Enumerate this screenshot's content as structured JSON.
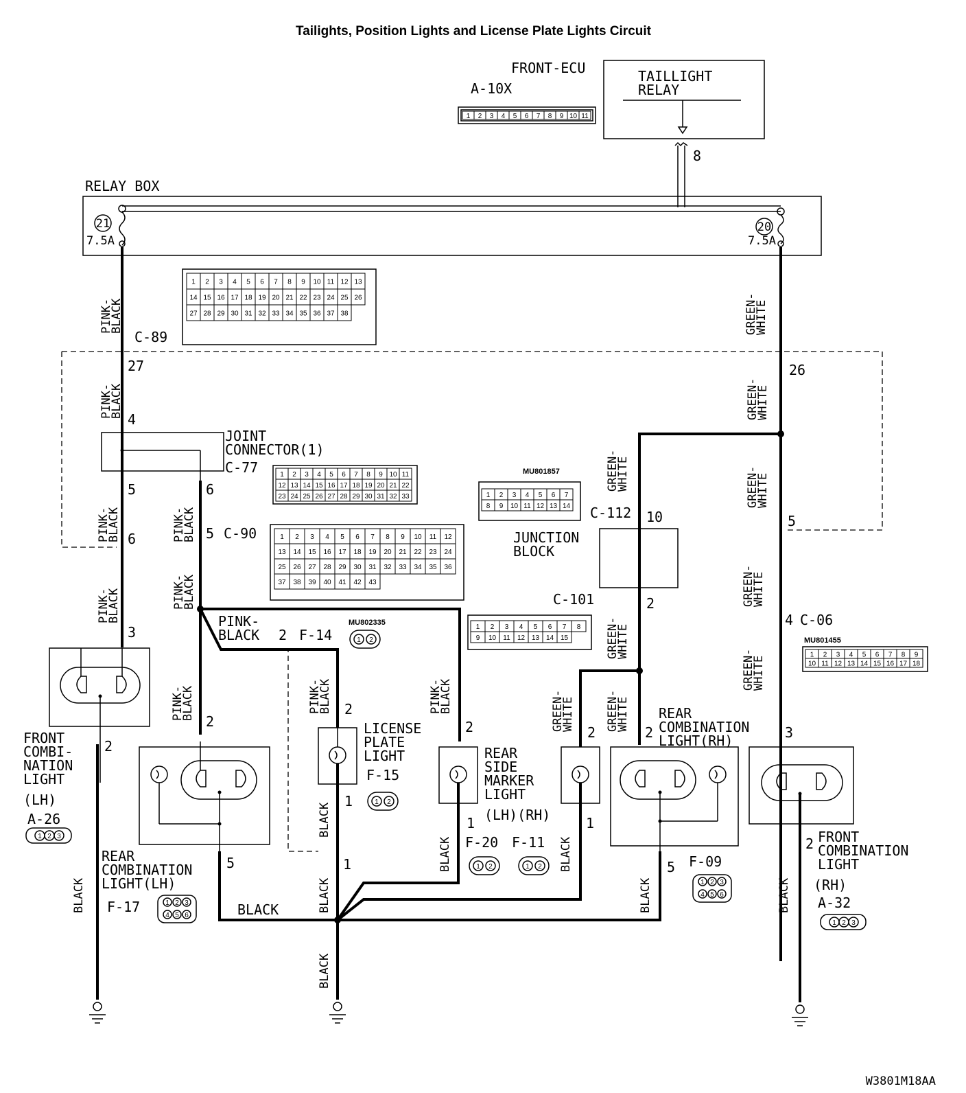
{
  "title": "Tailights, Position Lights and License Plate Lights Circuit",
  "diagram_id": "W3801M18AA",
  "front_ecu": {
    "label": "FRONT-ECU",
    "connector": "A-10X",
    "relay_line1": "TAILLIGHT",
    "relay_line2": "RELAY",
    "pin": "8",
    "pins": [
      "1",
      "2",
      "3",
      "4",
      "5",
      "6",
      "7",
      "8",
      "9",
      "10",
      "11"
    ]
  },
  "relay_box": {
    "label": "RELAY BOX",
    "fuse_left_num": "21",
    "fuse_left_amp": "7.5A",
    "fuse_right_num": "20",
    "fuse_right_amp": "7.5A"
  },
  "c89": {
    "label": "C-89",
    "pin_left": "27",
    "pin_right": "26",
    "pins": [
      "1",
      "2",
      "3",
      "4",
      "5",
      "6",
      "7",
      "8",
      "9",
      "10",
      "11",
      "12",
      "13",
      "14",
      "15",
      "16",
      "17",
      "18",
      "19",
      "20",
      "21",
      "22",
      "23",
      "24",
      "25",
      "26",
      "27",
      "28",
      "29",
      "30",
      "31",
      "32",
      "33",
      "34",
      "35",
      "36",
      "37",
      "38"
    ]
  },
  "joint_connector": {
    "line1": "JOINT",
    "line2": "CONNECTOR(1)",
    "conn": "C-77",
    "pin_in": "4",
    "pin_out5": "5",
    "pin_out6": "6",
    "pins": [
      "1",
      "2",
      "3",
      "4",
      "5",
      "6",
      "7",
      "8",
      "9",
      "10",
      "11",
      "12",
      "13",
      "14",
      "15",
      "16",
      "17",
      "18",
      "19",
      "20",
      "21",
      "22",
      "23",
      "24",
      "25",
      "26",
      "27",
      "28",
      "29",
      "30",
      "31",
      "32",
      "33"
    ]
  },
  "c90": {
    "label": "C-90",
    "pin": "5",
    "pin6": "6",
    "pins": [
      "1",
      "2",
      "3",
      "4",
      "5",
      "6",
      "7",
      "8",
      "9",
      "10",
      "11",
      "12",
      "13",
      "14",
      "15",
      "16",
      "17",
      "18",
      "19",
      "20",
      "21",
      "22",
      "23",
      "24",
      "25",
      "26",
      "27",
      "28",
      "29",
      "30",
      "31",
      "32",
      "33",
      "34",
      "35",
      "36",
      "37",
      "38",
      "39",
      "40",
      "41",
      "42",
      "43"
    ]
  },
  "mu801857": {
    "label": "MU801857",
    "pins": [
      "1",
      "2",
      "3",
      "4",
      "5",
      "6",
      "7",
      "8",
      "9",
      "10",
      "11",
      "12",
      "13",
      "14"
    ]
  },
  "c101": {
    "label": "C-101",
    "pins": [
      "1",
      "2",
      "3",
      "4",
      "5",
      "6",
      "7",
      "8",
      "9",
      "10",
      "11",
      "12",
      "13",
      "14",
      "15"
    ]
  },
  "junction_block": {
    "line1": "JUNCTION",
    "line2": "BLOCK",
    "conn": "C-112",
    "pin_top": "10",
    "pin_bottom": "2"
  },
  "c06": {
    "label": "C-06",
    "pin": "4",
    "pin_right": "5",
    "part": "MU801455",
    "pins": [
      "1",
      "2",
      "3",
      "4",
      "5",
      "6",
      "7",
      "8",
      "9",
      "10",
      "11",
      "12",
      "13",
      "14",
      "15",
      "16",
      "17",
      "18"
    ]
  },
  "f14": {
    "label": "F-14",
    "pin": "2",
    "part": "MU802335"
  },
  "wires": {
    "pink_black": "PINK-\nBLACK",
    "pink": "PINK-",
    "black": "BLACK",
    "green": "GREEN-",
    "white": "WHITE"
  },
  "front_comb_lh": {
    "line1": "FRONT",
    "line2": "COMBI-",
    "line3": "NATION",
    "line4": "LIGHT",
    "line5": "(LH)",
    "conn": "A-26",
    "pin_top": "3",
    "pin_bottom": "2"
  },
  "rear_comb_lh": {
    "line1": "REAR",
    "line2": "COMBINATION",
    "line3": "LIGHT(LH)",
    "conn": "F-17",
    "pin_top": "2",
    "pin_bottom": "5"
  },
  "license_plate": {
    "line1": "LICENSE",
    "line2": "PLATE",
    "line3": "LIGHT",
    "conn": "F-15",
    "pin_top": "2",
    "pin_bottom": "1",
    "pin_bottom2": "1"
  },
  "rear_side_marker": {
    "line1": "REAR",
    "line2": "SIDE",
    "line3": "MARKER",
    "line4": "LIGHT",
    "line5": "(LH)(RH)",
    "conn_lh": "F-20",
    "conn_rh": "F-11",
    "pin_top_lh": "2",
    "pin_bottom_lh": "1",
    "pin_top_rh": "2",
    "pin_bottom_rh": "1"
  },
  "rear_comb_rh": {
    "line1": "REAR",
    "line2": "COMBINATION",
    "line3": "LIGHT(RH)",
    "conn": "F-09",
    "pin_top": "2",
    "pin_bottom": "5"
  },
  "front_comb_rh": {
    "line1": "FRONT",
    "line2": "COMBINATION",
    "line3": "LIGHT",
    "line4": "(RH)",
    "conn": "A-32",
    "pin_top": "3",
    "pin_bottom": "2"
  },
  "conn_pins": {
    "p1": "1",
    "p2": "2",
    "p3": "3",
    "p4": "4",
    "p5": "5",
    "p6": "6"
  }
}
